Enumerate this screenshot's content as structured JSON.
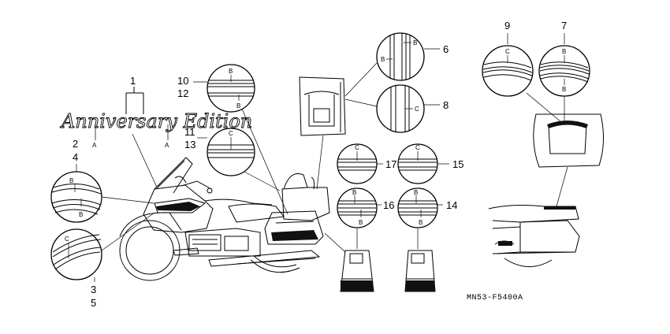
{
  "diagram": {
    "code": "MN53-F5400A",
    "emblem_text": "Anniversary Edition",
    "callouts": {
      "n1": "1",
      "n2": "2",
      "n3": "3",
      "n4": "4",
      "n5": "5",
      "n6": "6",
      "n7": "7",
      "n8": "8",
      "n9": "9",
      "n10": "10",
      "n11": "11",
      "n12": "12",
      "n13": "13",
      "n14": "14",
      "n15": "15",
      "n16": "16",
      "n17": "17"
    },
    "letters": {
      "a": "A",
      "b": "B",
      "c": "C"
    }
  }
}
